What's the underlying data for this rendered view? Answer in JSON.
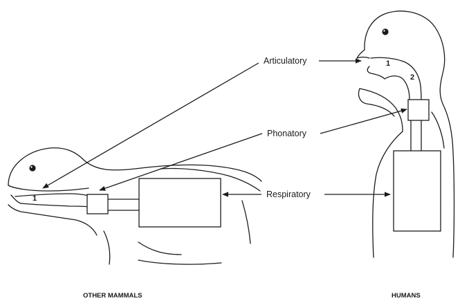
{
  "labels": {
    "articulatory": "Articulatory",
    "phonatory": "Phonatory",
    "respiratory": "Respiratory"
  },
  "numbers": {
    "mammal_1": "1",
    "human_1": "1",
    "human_2": "2"
  },
  "captions": {
    "left": "OTHER MAMMALS",
    "right": "HUMANS"
  }
}
